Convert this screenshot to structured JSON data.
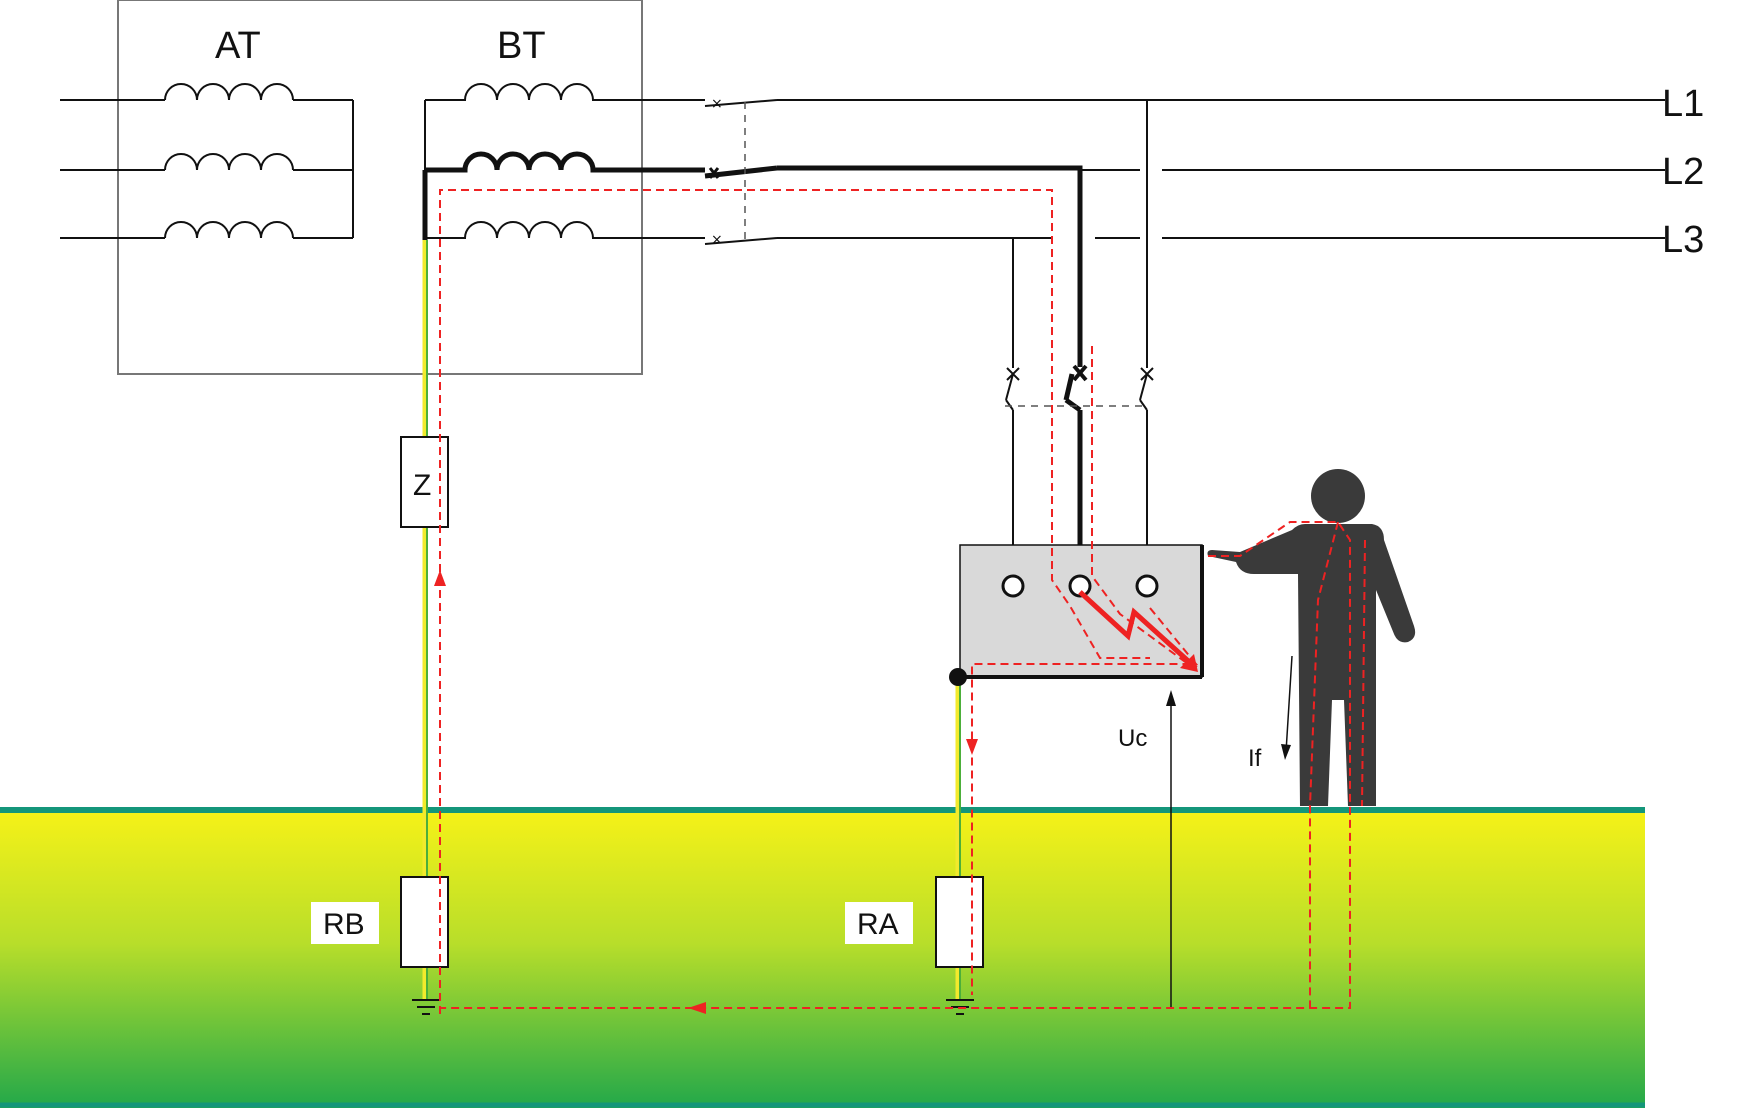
{
  "labels": {
    "at": "AT",
    "bt": "BT",
    "l1": "L1",
    "l2": "L2",
    "l3": "L3",
    "z": "Z",
    "rb": "RB",
    "ra": "RA",
    "uc": "Uc",
    "if": "If"
  },
  "colors": {
    "conductor": "#111111",
    "fault_current": "#ee2222",
    "pe_yellow": "#f2ea2c",
    "pe_green": "#4caf3a",
    "ground_top": "#f7f217",
    "ground_bottom": "#22a84a",
    "ground_line": "#14967a",
    "enclosure": "#d9d9d9",
    "person": "#3a3a3a"
  }
}
